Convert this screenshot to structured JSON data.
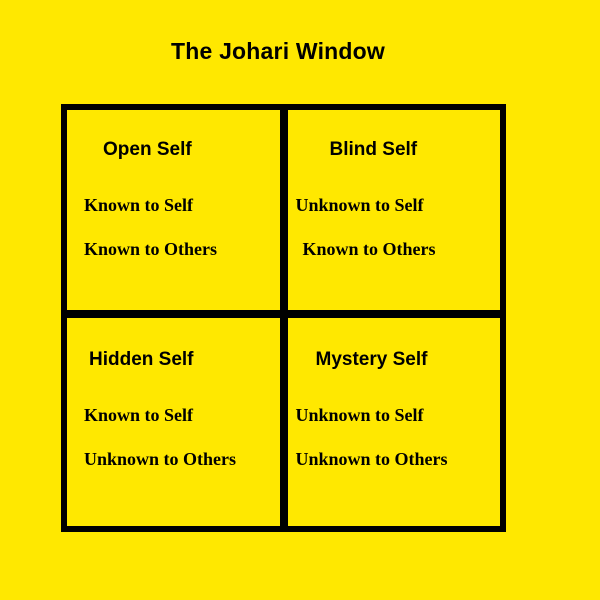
{
  "diagram": {
    "title": "The Johari Window",
    "background_color": "#ffe800",
    "line_color": "#000000",
    "text_color": "#000000",
    "quadrants": [
      {
        "id": "open",
        "title": "Open Self",
        "line_1": "Known to Self",
        "line_2": "Known to Others",
        "position": "top-left"
      },
      {
        "id": "blind",
        "title": "Blind Self",
        "line_1": "Unknown to Self",
        "line_2": "Known to Others",
        "position": "top-right"
      },
      {
        "id": "hidden",
        "title": "Hidden Self",
        "line_1": "Known to Self",
        "line_2": "Unknown to Others",
        "position": "bottom-left"
      },
      {
        "id": "mystery",
        "title": "Mystery Self",
        "line_1": "Unknown to Self",
        "line_2": "Unknown to Others",
        "position": "bottom-right"
      }
    ]
  }
}
